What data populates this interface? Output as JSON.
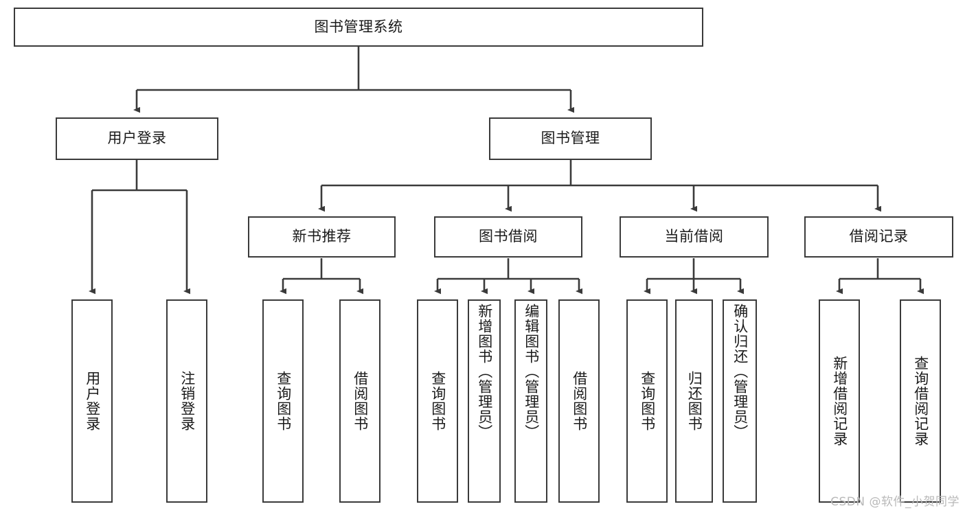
{
  "diagram": {
    "type": "tree-hierarchy",
    "orientation": "top-down",
    "title": "图书管理系统",
    "colors": {
      "node_border": "#3a3a3a",
      "node_fill": "#ffffff",
      "edge": "#3a3a3a",
      "text": "#1a1a1a",
      "background": "#ffffff",
      "watermark": "#b9b9b9"
    },
    "root": {
      "id": "root",
      "label": "图书管理系统",
      "orientation": "horizontal"
    },
    "level2": [
      {
        "id": "user-login",
        "label": "用户登录",
        "orientation": "horizontal"
      },
      {
        "id": "book-manage",
        "label": "图书管理",
        "orientation": "horizontal"
      }
    ],
    "level3": [
      {
        "id": "new-book-recommend",
        "label": "新书推荐",
        "orientation": "horizontal",
        "parent": "book-manage"
      },
      {
        "id": "book-borrow",
        "label": "图书借阅",
        "orientation": "horizontal",
        "parent": "book-manage"
      },
      {
        "id": "current-borrow",
        "label": "当前借阅",
        "orientation": "horizontal",
        "parent": "book-manage"
      },
      {
        "id": "borrow-record",
        "label": "借阅记录",
        "orientation": "horizontal",
        "parent": "book-manage"
      }
    ],
    "leaves": [
      {
        "id": "leaf-user-login",
        "label": "用户登录",
        "parent": "user-login",
        "orientation": "vertical"
      },
      {
        "id": "leaf-user-logout",
        "label": "注销登录",
        "parent": "user-login",
        "orientation": "vertical"
      },
      {
        "id": "leaf-query-book-1",
        "label": "查询图书",
        "parent": "new-book-recommend",
        "orientation": "vertical"
      },
      {
        "id": "leaf-borrow-book-1",
        "label": "借阅图书",
        "parent": "new-book-recommend",
        "orientation": "vertical"
      },
      {
        "id": "leaf-query-book-2",
        "label": "查询图书",
        "parent": "book-borrow",
        "orientation": "vertical"
      },
      {
        "id": "leaf-add-book",
        "label": "新增图书（管理员）",
        "parent": "book-borrow",
        "orientation": "vertical"
      },
      {
        "id": "leaf-edit-book",
        "label": "编辑图书（管理员）",
        "parent": "book-borrow",
        "orientation": "vertical"
      },
      {
        "id": "leaf-borrow-book-2",
        "label": "借阅图书",
        "parent": "book-borrow",
        "orientation": "vertical"
      },
      {
        "id": "leaf-query-book-3",
        "label": "查询图书",
        "parent": "current-borrow",
        "orientation": "vertical"
      },
      {
        "id": "leaf-return-book",
        "label": "归还图书",
        "parent": "current-borrow",
        "orientation": "vertical"
      },
      {
        "id": "leaf-confirm-return",
        "label": "确认归还（管理员）",
        "parent": "current-borrow",
        "orientation": "vertical"
      },
      {
        "id": "leaf-add-record",
        "label": "新增借阅记录",
        "parent": "borrow-record",
        "orientation": "vertical"
      },
      {
        "id": "leaf-query-record",
        "label": "查询借阅记录",
        "parent": "borrow-record",
        "orientation": "vertical"
      }
    ]
  },
  "watermark": {
    "text": "CSDN @软件_小贺同学"
  }
}
